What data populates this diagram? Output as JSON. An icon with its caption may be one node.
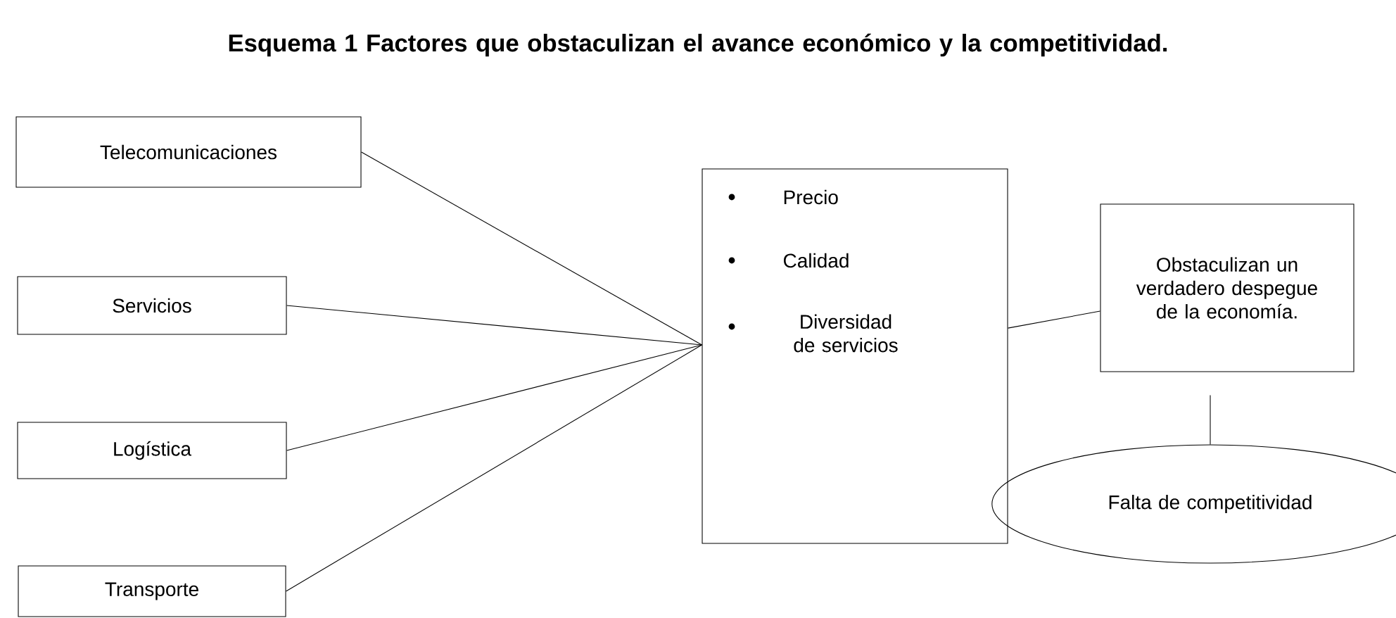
{
  "diagram": {
    "title": "Esquema 1 Factores que obstaculizan el avance económico y la competitividad.",
    "nodes": [
      {
        "text": [
          "Telecomunicaciones"
        ]
      },
      {
        "text": [
          "Servicios"
        ]
      },
      {
        "text": [
          "Logística"
        ]
      },
      {
        "text": [
          "Transporte"
        ]
      },
      {
        "text": [
          "Precio",
          "Calidad",
          "Diversidad de servicios"
        ]
      },
      {
        "text": [
          "Obstaculizan un verdadero despegue de la economía."
        ]
      },
      {
        "text": [
          "Falta de competitividad"
        ]
      }
    ],
    "edges": [
      {
        "from": 0,
        "to": 4,
        "arrow": "none"
      },
      {
        "from": 1,
        "to": 4,
        "arrow": "none"
      },
      {
        "from": 2,
        "to": 4,
        "arrow": "none"
      },
      {
        "from": 3,
        "to": 4,
        "arrow": "none"
      },
      {
        "from": 4,
        "to": 5,
        "arrow": "none"
      },
      {
        "from": 5,
        "to": 6,
        "arrow": "none"
      }
    ]
  }
}
